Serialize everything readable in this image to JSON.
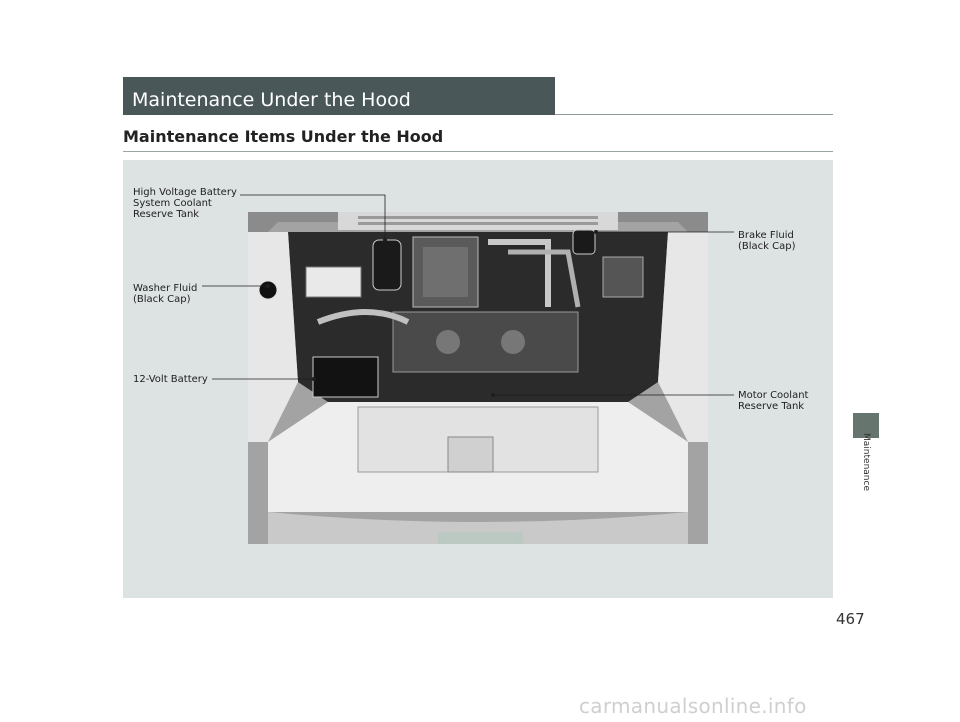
{
  "header": {
    "section_title": "Maintenance Under the Hood",
    "subtitle": "Maintenance Items Under the Hood"
  },
  "callouts": [
    {
      "id": "hv-coolant",
      "text": "High Voltage Battery\nSystem Coolant\nReserve Tank"
    },
    {
      "id": "washer",
      "text": "Washer Fluid\n(Black Cap)"
    },
    {
      "id": "battery",
      "text": "12-Volt Battery"
    },
    {
      "id": "brake",
      "text": "Brake Fluid\n(Black Cap)"
    },
    {
      "id": "motor-coolant",
      "text": "Motor Coolant\nReserve Tank"
    }
  ],
  "side_tab": {
    "label": "Maintenance",
    "color": "#67756f"
  },
  "page_number": "467",
  "watermark": "carmanualsonline.info",
  "colors": {
    "banner": "#4a5759",
    "panel": "#dde2e3"
  }
}
